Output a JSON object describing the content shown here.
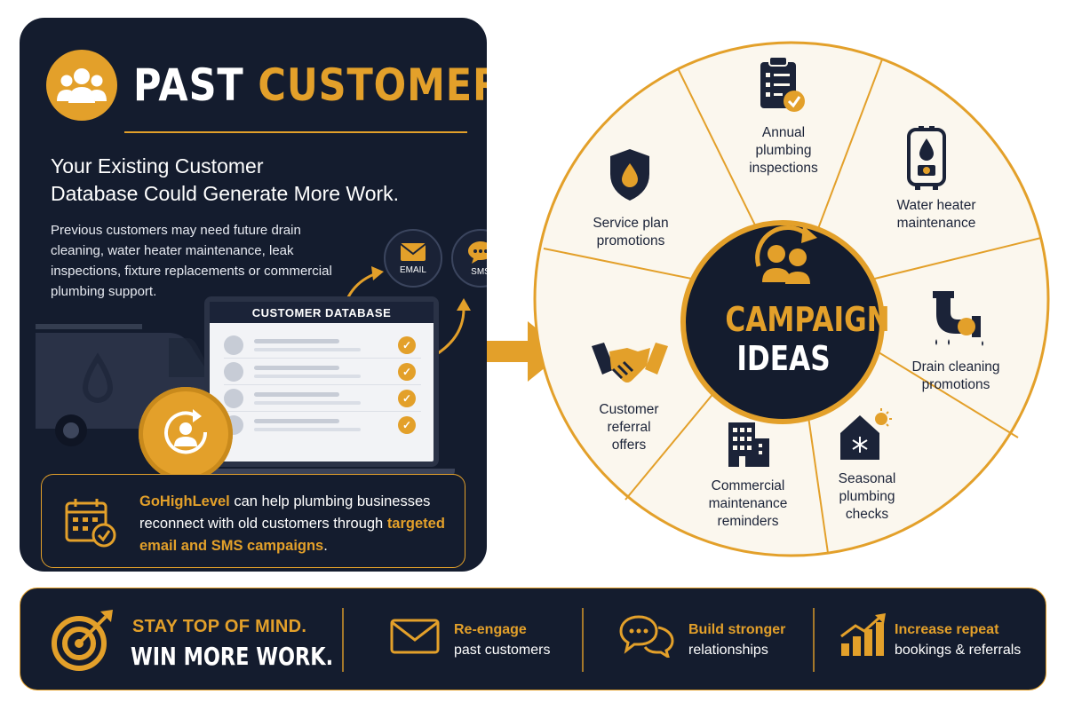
{
  "left_panel": {
    "title_white": "PAST",
    "title_gold": "CUSTOMERS",
    "subhead_line1": "Your Existing Customer",
    "subhead_line2": "Database Could Generate More Work.",
    "body": "Previous customers may need future drain cleaning, water heater maintenance, leak inspections, fixture replacements or commercial plumbing support.",
    "database_label": "CUSTOMER DATABASE",
    "email_label": "EMAIL",
    "sms_label": "SMS",
    "callout_brand": "GoHighLevel",
    "callout_mid": " can help plumbing businesses reconnect with old customers through ",
    "callout_end": "targeted email and SMS campaigns",
    "callout_period": "."
  },
  "wheel": {
    "center_line1": "CAMPAIGN",
    "center_line2": "IDEAS",
    "segments": [
      {
        "label_l1": "Annual",
        "label_l2": "plumbing",
        "label_l3": "inspections",
        "icon": "clipboard-check-icon"
      },
      {
        "label_l1": "Water heater",
        "label_l2": "maintenance",
        "icon": "water-heater-icon"
      },
      {
        "label_l1": "Drain cleaning",
        "label_l2": "promotions",
        "icon": "pipe-drip-icon"
      },
      {
        "label_l1": "Seasonal",
        "label_l2": "plumbing",
        "label_l3": "checks",
        "icon": "house-snow-sun-icon"
      },
      {
        "label_l1": "Commercial",
        "label_l2": "maintenance",
        "label_l3": "reminders",
        "icon": "building-icon"
      },
      {
        "label_l1": "Customer",
        "label_l2": "referral",
        "label_l3": "offers",
        "icon": "handshake-icon"
      },
      {
        "label_l1": "Service plan",
        "label_l2": "promotions",
        "icon": "shield-drop-icon"
      }
    ]
  },
  "bottom_bar": {
    "headline1": "STAY TOP OF MIND.",
    "headline2": "WIN MORE WORK.",
    "items": [
      {
        "title": "Re-engage",
        "sub": "past customers",
        "icon": "envelope-icon"
      },
      {
        "title": "Build stronger",
        "sub": "relationships",
        "icon": "chat-bubbles-icon"
      },
      {
        "title": "Increase repeat",
        "sub": "bookings & referrals",
        "icon": "growth-chart-icon"
      }
    ]
  },
  "colors": {
    "navy": "#141c2e",
    "gold": "#e3a02a",
    "cream": "#fbf7ee"
  }
}
